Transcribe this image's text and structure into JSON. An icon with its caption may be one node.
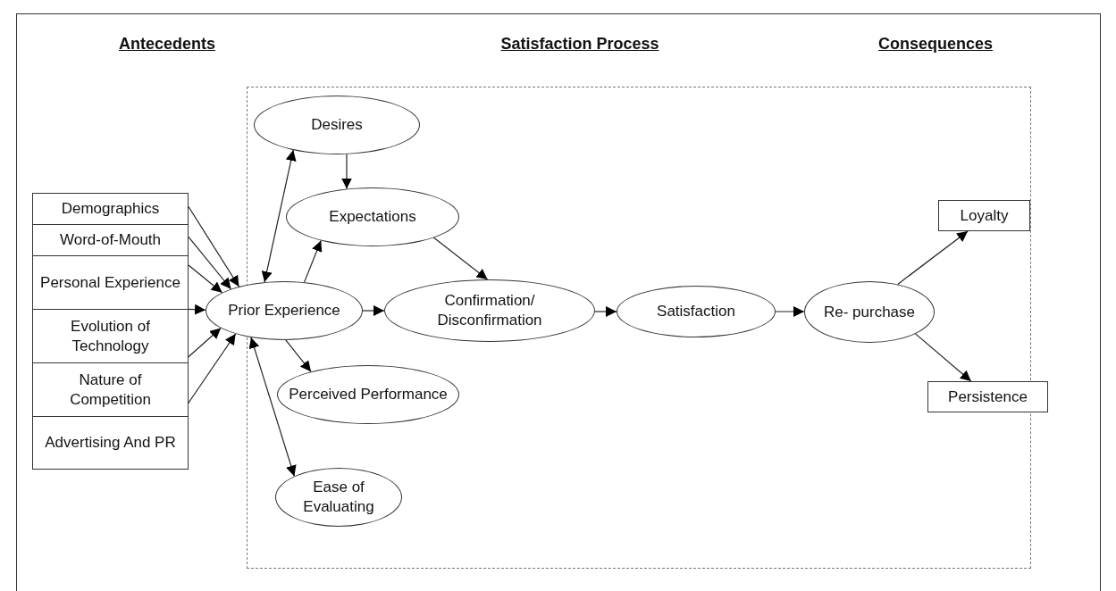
{
  "diagram": {
    "nodes": [
      {
        "text": [
          "Demographics"
        ]
      },
      {
        "text": [
          "Word-of-Mouth"
        ]
      },
      {
        "text": [
          "Personal Experience"
        ]
      },
      {
        "text": [
          "Evolution of Technology"
        ]
      },
      {
        "text": [
          "Nature of Competition"
        ]
      },
      {
        "text": [
          "Advertising And PR"
        ]
      },
      {
        "text": [
          "Prior Experience"
        ]
      },
      {
        "text": [
          "Desires"
        ]
      },
      {
        "text": [
          "Expectations"
        ]
      },
      {
        "text": [
          "Confirmation/ Disconfirmation"
        ]
      },
      {
        "text": [
          "Satisfaction"
        ]
      },
      {
        "text": [
          "Re- purchase"
        ]
      },
      {
        "text": [
          "Loyalty"
        ]
      },
      {
        "text": [
          "Persistence"
        ]
      },
      {
        "text": [
          "Perceived Performance"
        ]
      },
      {
        "text": [
          "Ease of Evaluating"
        ]
      }
    ],
    "edges": [
      {
        "from": 0,
        "to": 6,
        "arrow": "to"
      },
      {
        "from": 1,
        "to": 6,
        "arrow": "to"
      },
      {
        "from": 2,
        "to": 6,
        "arrow": "to"
      },
      {
        "from": 3,
        "to": 6,
        "arrow": "to"
      },
      {
        "from": 4,
        "to": 6,
        "arrow": "to"
      },
      {
        "from": 5,
        "to": 6,
        "arrow": "to"
      },
      {
        "from": 6,
        "to": 7,
        "arrow": "both"
      },
      {
        "from": 7,
        "to": 8,
        "arrow": "to"
      },
      {
        "from": 6,
        "to": 8,
        "arrow": "to"
      },
      {
        "from": 8,
        "to": 9,
        "arrow": "to"
      },
      {
        "from": 6,
        "to": 9,
        "arrow": "to"
      },
      {
        "from": 9,
        "to": 10,
        "arrow": "to"
      },
      {
        "from": 10,
        "to": 11,
        "arrow": "to"
      },
      {
        "from": 11,
        "to": 12,
        "arrow": "to"
      },
      {
        "from": 11,
        "to": 13,
        "arrow": "to"
      },
      {
        "from": 6,
        "to": 14,
        "arrow": "to"
      },
      {
        "from": 6,
        "to": 15,
        "arrow": "both"
      }
    ],
    "labels": [
      "Antecedents",
      "Satisfaction Process",
      "Consequences"
    ]
  }
}
